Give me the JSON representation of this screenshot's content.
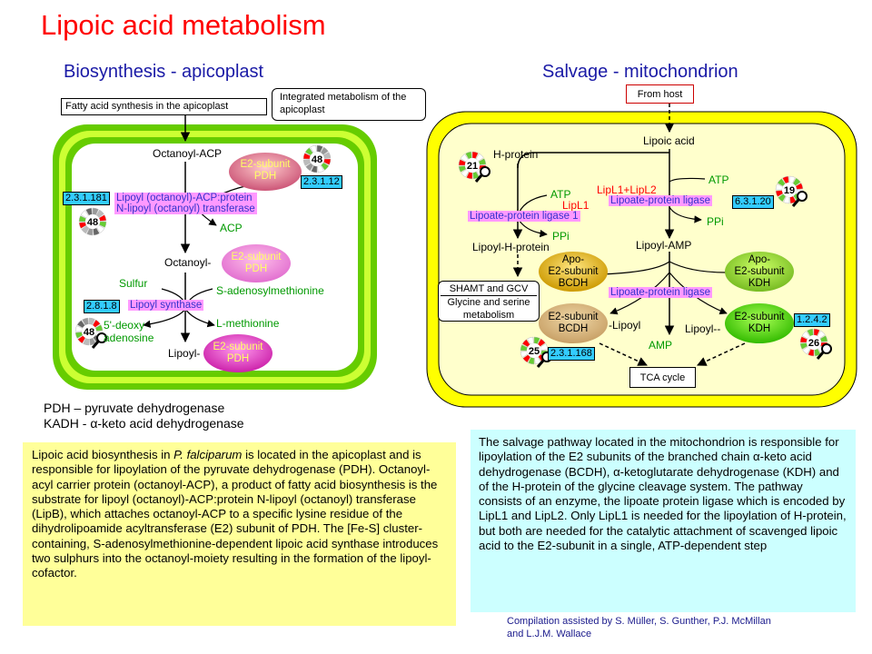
{
  "title": "Lipoic acid metabolism",
  "left": {
    "heading": "Biosynthesis - apicoplast",
    "box_fatty": "Fatty acid synthesis in the apicoplast",
    "box_integrated": "Integrated metabolism of the apicoplast",
    "octanoyl_acp": "Octanoyl-ACP",
    "octanoyl_dash": "Octanoyl-",
    "lipoyl_dash": "Lipoyl-",
    "e2_label": "E2-subunit",
    "pdh": "PDH",
    "enzyme_lipb_line1": "Lipoyl (octanoyl)-ACP:protein",
    "enzyme_lipb_line2": "N-lipoyl (octanoyl) transferase",
    "enzyme_lipa": "Lipoyl synthase",
    "acp": "ACP",
    "sulfur": "Sulfur",
    "sam": "S-adenosylmethionine",
    "deoxy_line1": "5'-deoxy",
    "deoxy_line2": "adenosine",
    "lmet": "L-methionine",
    "ec1": "2.3.1.181",
    "ec2": "2.3.1.12",
    "ec3": "2.8.1.8",
    "count48": "48"
  },
  "legend": {
    "line1": "PDH – pyruvate  dehydrogenase",
    "line2": "KADH - α-keto acid dehydrogenase"
  },
  "right": {
    "heading": "Salvage - mitochondrion",
    "from_host": "From host",
    "lipoic_acid": "Lipoic acid",
    "h_protein": "H-protein",
    "lipoyl_h": "Lipoyl-H-protein",
    "atp": "ATP",
    "ppi": "PPi",
    "amp": "AMP",
    "lipl1": "LipL1",
    "lipl12": "LipL1+LipL2",
    "ligase1": "Lipoate-protein  ligase  1",
    "ligase": "Lipoate-protein  ligase",
    "lipoyl_amp": "Lipoyl-AMP",
    "shamt": "SHAMT and GCV",
    "glycine": "Glycine and serine metabolism",
    "apo": "Apo-",
    "e2_sub": "E2-subunit",
    "bcdh": "BCDH",
    "kdh": "KDH",
    "lipoyl_left": "-Lipoyl",
    "lipoyl_right": "Lipoyl--",
    "tca": "TCA cycle",
    "ec_a": "6.3.1.20",
    "ec_b": "2.3.1.168",
    "ec_c": "1.2.4.2",
    "c21": "21",
    "c19": "19",
    "c25": "25",
    "c26": "26"
  },
  "yellow_text": {
    "p1": "Lipoic acid biosynthesis in ",
    "italic": "P. falciparum",
    "p2": " is located in the apicoplast and is responsible for lipoylation of the pyruvate dehydrogenase (PDH). Octanoyl-acyl  carrier protein (octanoyl-ACP), a product of fatty acid biosynthesis is the substrate for lipoyl (octanoyl)-ACP:protein N-lipoyl (octanoyl) transferase (LipB), which attaches octanoyl-ACP to a specific lysine residue of the dihydrolipoamide acyltransferase  (E2) subunit of PDH. The [Fe-S] cluster-containing,  S-adenosylmethionine-dependent  lipoic acid synthase  introduces two sulphurs  into the octanoyl-moiety resulting in the formation of the lipoyl-cofactor."
  },
  "cyan_text": "The salvage pathway located in the mitochondrion is responsible for lipoylation of the E2 subunits of the branched chain α-keto acid dehydrogenase (BCDH), α-ketoglutarate dehydrogenase (KDH) and of the H-protein of the glycine cleavage system. The pathway consists of an enzyme,  the lipoate protein ligase which is encoded by LipL1 and LipL2. Only  LipL1 is needed for the lipoylation of H-protein, but both are needed for the catalytic attachment  of scavenged lipoic acid to the E2-subunit in a single, ATP-dependent step",
  "credit_line1": "Compilation  assisted by S. Müller,  S. Gunther, P.J. McMillan",
  "credit_line2": "and L.J.M. Wallace",
  "colors": {
    "title_red": "#ff0000",
    "heading_blue": "#1a1aa6",
    "green_text": "#009900",
    "pink_box": "#ff99ff",
    "ec_cyan": "#33ccff"
  }
}
